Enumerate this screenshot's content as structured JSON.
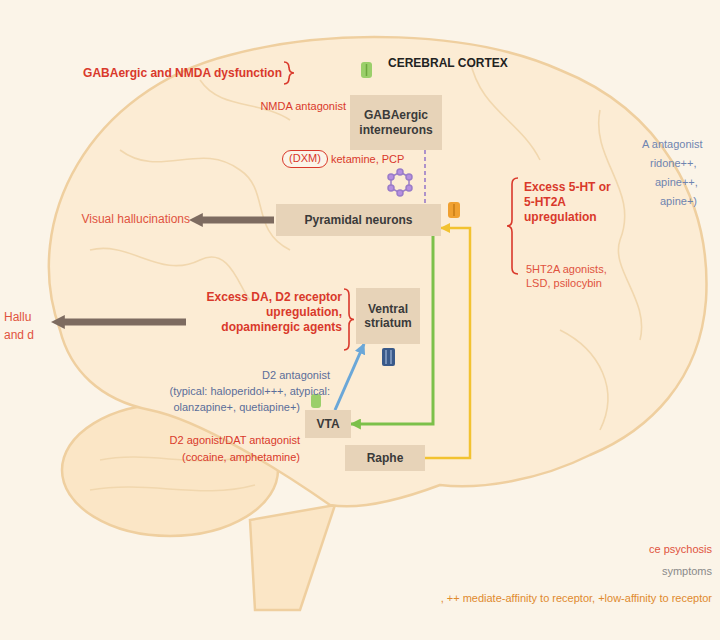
{
  "diagram": {
    "nodes": [
      {
        "text": [
          "GABAergic interneurons"
        ]
      },
      {
        "text": [
          "(DXM)"
        ]
      },
      {
        "text": [
          "Pyramidal neurons"
        ]
      },
      {
        "text": [
          "Ventral striatum"
        ]
      },
      {
        "text": [
          "VTA"
        ]
      },
      {
        "text": [
          "Raphe"
        ]
      }
    ],
    "edges": [
      {
        "from": 0,
        "to": 2,
        "arrow": "none"
      },
      {
        "from": 2,
        "to": 4,
        "arrow": "to"
      },
      {
        "from": 5,
        "to": 2,
        "arrow": "to"
      },
      {
        "from": 4,
        "to": 3,
        "arrow": "to"
      }
    ],
    "labels": [
      "GABAergic and NMDA dysfunction",
      "CEREBRAL CORTEX",
      "NMDA antagonist",
      "ketamine, PCP",
      "A antagonist",
      "ridone++,",
      "apine++,",
      "apine+)",
      "Visual hallucinations",
      "Excess 5-HT or 5-HT2A upregulation",
      "5HT2A agonists, LSD, psilocybin",
      "Excess DA, D2 receptor upregulation, dopaminergic agents",
      "Hallu",
      "and d",
      "D2 antagonist",
      "(typical: haloperidol+++, atypical:",
      "olanzapine+, quetiapine+)",
      "D2 agonist/DAT antagonist",
      "(cocaine, amphetamine)",
      "ce psychosis",
      "symptoms",
      ", ++ mediate-affinity to receptor, +low-affinity to receptor"
    ]
  }
}
